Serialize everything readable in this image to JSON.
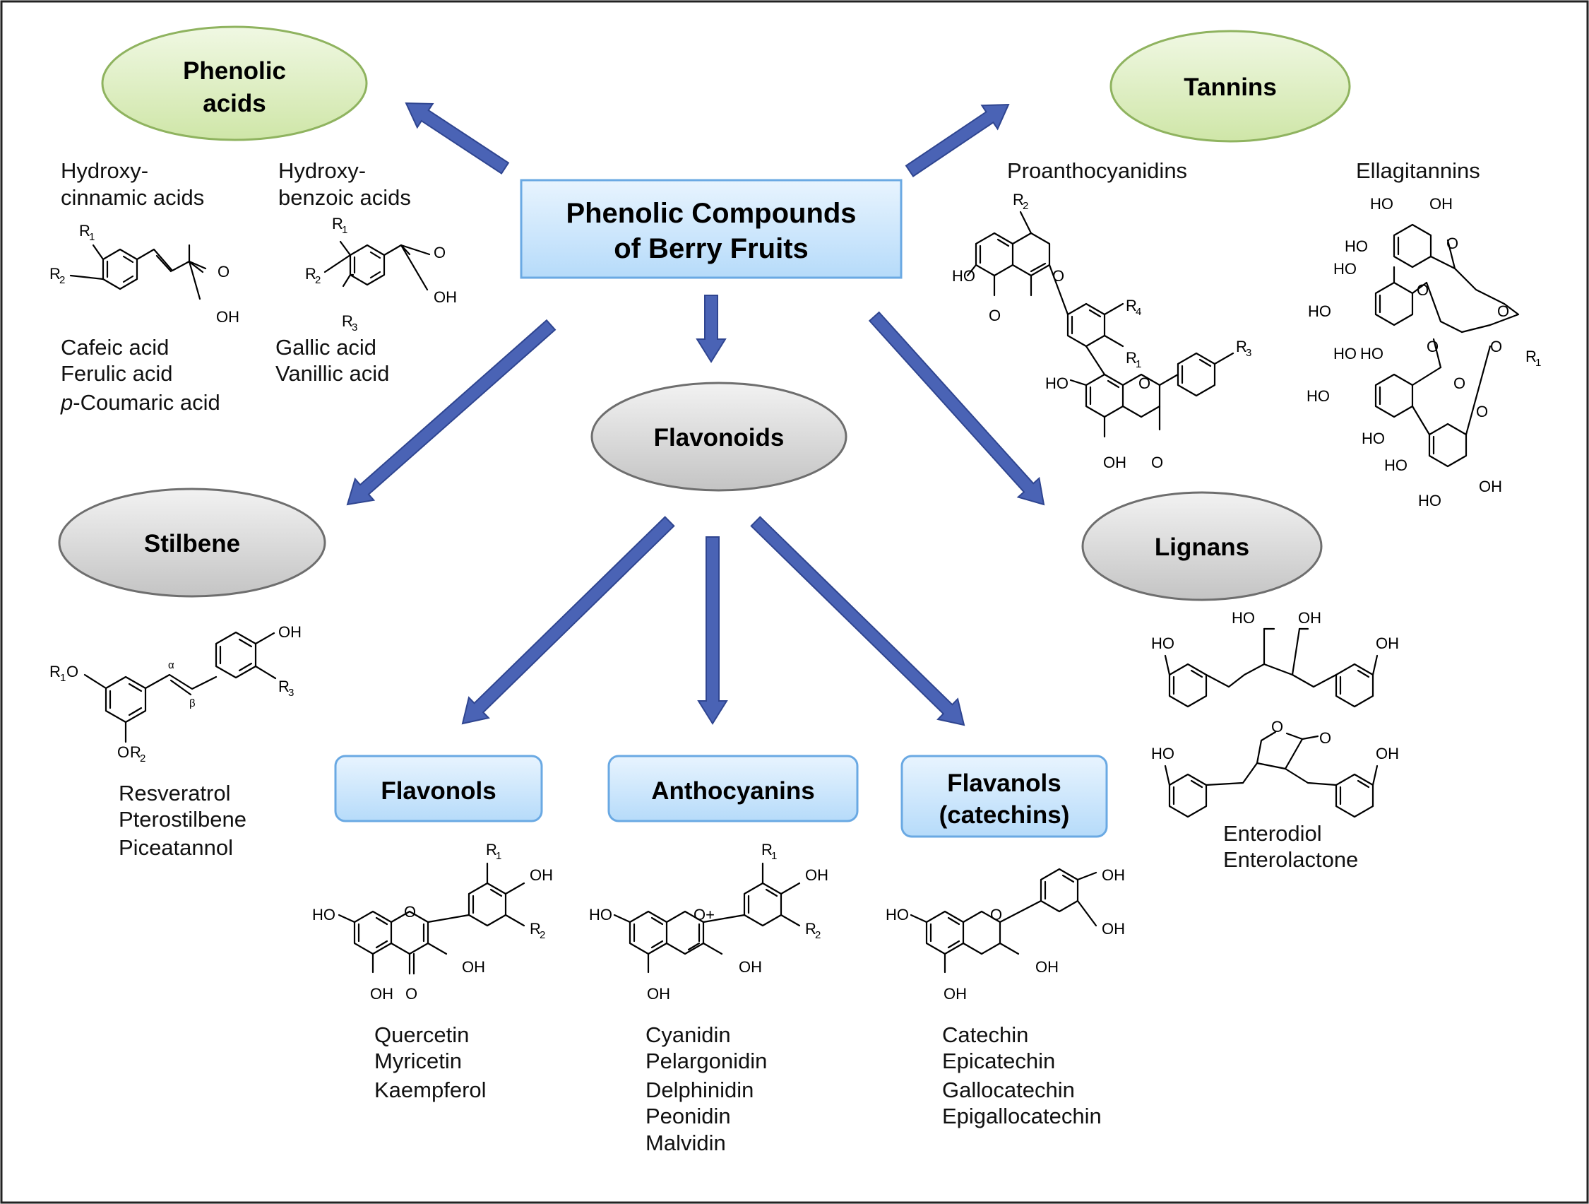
{
  "center": {
    "line1": "Phenolic Compounds",
    "line2": "of Berry Fruits"
  },
  "categories": {
    "phenolic_acids": {
      "line1": "Phenolic",
      "line2": "acids"
    },
    "tannins": "Tannins",
    "stilbene": "Stilbene",
    "flavonoids": "Flavonoids",
    "lignans": "Lignans",
    "flavonols": "Flavonols",
    "anthocyanins": "Anthocyanins",
    "flavanols": {
      "line1": "Flavanols",
      "line2": "(catechins)"
    }
  },
  "subgroups": {
    "hydroxycinnamic": {
      "line1": "Hydroxy-",
      "line2": "cinnamic acids"
    },
    "hydroxybenzoic": {
      "line1": "Hydroxy-",
      "line2": "benzoic acids"
    },
    "proanthocyanidins": "Proanthocyanidins",
    "ellagitannins": "Ellagitannins"
  },
  "compounds": {
    "hydroxycinnamic": [
      "Cafeic acid",
      "Ferulic acid",
      "p-Coumaric acid"
    ],
    "hydroxybenzoic": [
      "Gallic acid",
      "Vanillic acid"
    ],
    "stilbene": [
      "Resveratrol",
      "Pterostilbene",
      "Piceatannol"
    ],
    "flavonols": [
      "Quercetin",
      "Myricetin",
      "Kaempferol"
    ],
    "anthocyanins": [
      "Cyanidin",
      "Pelargonidin",
      "Delphinidin",
      "Peonidin",
      "Malvidin"
    ],
    "flavanols": [
      "Catechin",
      "Epicatechin",
      "Gallocatechin",
      "Epigallocatechin"
    ],
    "lignans": [
      "Enterodiol",
      "Enterolactone"
    ]
  },
  "structure_labels": {
    "OH": "OH",
    "HO": "HO",
    "O": "O",
    "O_plus": "O+",
    "R1": "R",
    "R2": "R",
    "R3": "R",
    "R4": "R",
    "alpha": "α",
    "beta": "β",
    "sub1": "1",
    "sub2": "2",
    "sub3": "3",
    "sub4": "4"
  },
  "colors": {
    "arrow": "#4a63b5",
    "arrow_stroke": "#2f4590",
    "ellipse_green_fill": "#e1f0c9",
    "ellipse_green_stroke": "#8fb35f",
    "ellipse_gray_fill": "#dcdcdc",
    "ellipse_gray_stroke": "#6e6e6e",
    "box_fill": "#cde6fb",
    "box_stroke": "#6aa9e3"
  }
}
